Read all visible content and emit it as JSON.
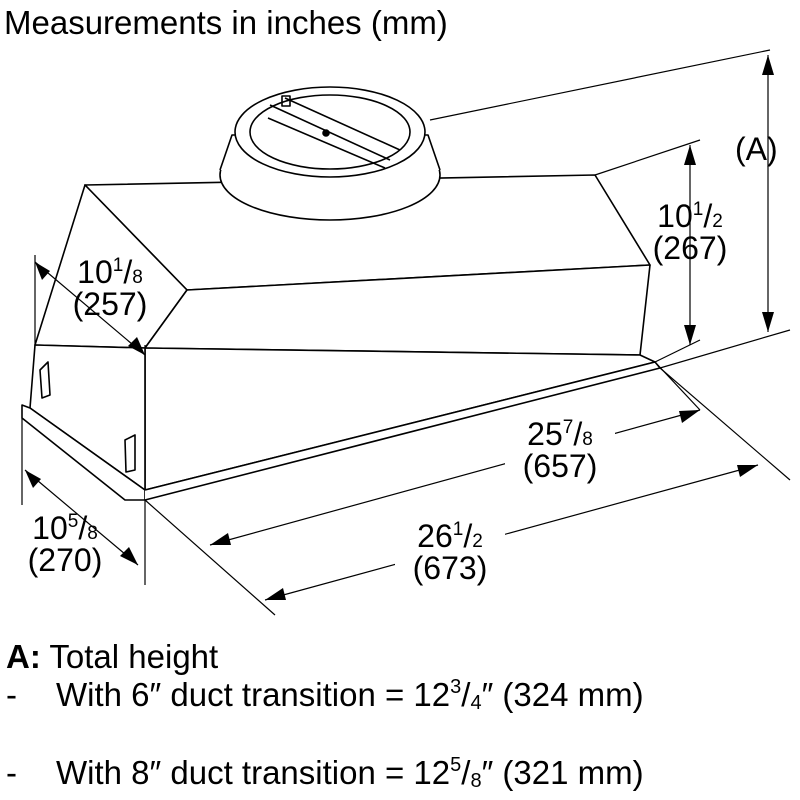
{
  "title": "Measurements in inches (mm)",
  "dimensions": {
    "height": {
      "whole": "10",
      "num": "1",
      "den": "2",
      "mm": "(267)"
    },
    "depth_top": {
      "whole": "10",
      "num": "1",
      "den": "8",
      "mm": "(257)"
    },
    "depth_bottom": {
      "whole": "10",
      "num": "5",
      "den": "8",
      "mm": "(270)"
    },
    "inner_width": {
      "whole": "25",
      "num": "7",
      "den": "8",
      "mm": "(657)"
    },
    "outer_width": {
      "whole": "26",
      "num": "1",
      "den": "2",
      "mm": "(673)"
    },
    "total_height_label": "(A)"
  },
  "notes": {
    "label": "A:",
    "heading": "Total height",
    "lines": [
      {
        "bullet": "-",
        "prefix": "With 6″ duct transition = 12",
        "num": "3",
        "den": "4",
        "suffix": "″ (324 mm)"
      },
      {
        "bullet": "-",
        "prefix": "With 8″ duct transition = 12",
        "num": "5",
        "den": "8",
        "suffix": "″ (321 mm)"
      }
    ]
  }
}
